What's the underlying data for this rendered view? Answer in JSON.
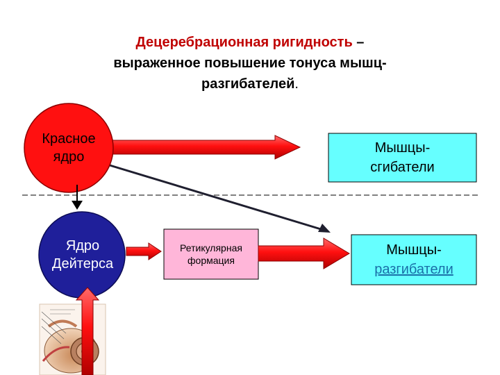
{
  "title": {
    "term": "Децеребрационная ригидность",
    "dash": " –",
    "line2": "выраженное повышение тонуса мышц-",
    "line3": "разгибателей",
    "period": "."
  },
  "nodes": {
    "red_nucleus": {
      "line1": "Красное",
      "line2": "ядро"
    },
    "deiters": {
      "line1": "Ядро",
      "line2": "Дейтерса"
    },
    "reticular": {
      "line1": "Ретикулярная",
      "line2": "формация"
    },
    "flexors": {
      "line1": "Мышцы-",
      "line2": "сгибатели"
    },
    "extensors": {
      "line1": "Мышцы-",
      "line2": "разгибатели"
    }
  },
  "colors": {
    "red": "#ff1010",
    "dark_red": "#8b0000",
    "navy": "#1f1f9a",
    "pink": "#ffb6d9",
    "cyan": "#66ffff",
    "link_blue": "#1a6fa8"
  }
}
